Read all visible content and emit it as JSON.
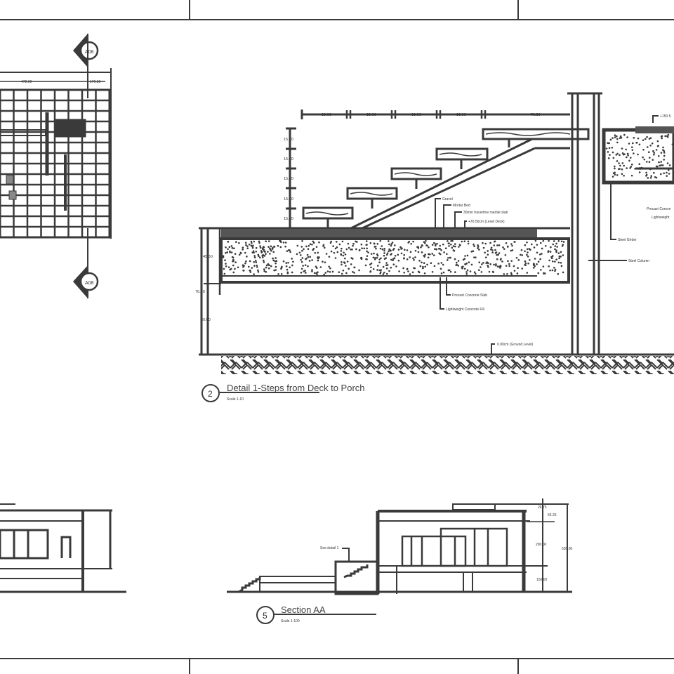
{
  "sheet": {
    "colors": {
      "line": "#3a3a3a",
      "paper": "#ffffff"
    }
  },
  "plan": {
    "dims": [
      "472.00",
      "176.50"
    ],
    "section_marker_top": "A08",
    "section_marker_bottom": "A08"
  },
  "detail": {
    "number": "2",
    "title": "Detail 1-Steps from Deck to Porch",
    "scale": "Scale 1-10",
    "horizontal_dims": [
      "30.00",
      "30.00",
      "30.00",
      "30.00",
      "76.50"
    ],
    "riser_dims": [
      "15.00",
      "15.00",
      "15.00",
      "15.00",
      "15.00"
    ],
    "left_dims": [
      "45.50",
      "76.50",
      "30.00"
    ],
    "top_right_level": "+150.5",
    "labels": {
      "gravel": "Gravel",
      "mortar": "Mortar Bed",
      "marble": "30mm travertine marble slab",
      "level_deck": "+76.50cm (Level Deck)",
      "precast": "Precast Concrete Slab",
      "fill": "Lightweight Concrete Fill",
      "ground": "0.00cm (Ground Level)",
      "girder": "Steel Girder",
      "column": "Steel Column",
      "precast_right": "Precast Concre",
      "fill_right": "Lightweight"
    }
  },
  "section": {
    "number": "5",
    "title": "Section AA",
    "scale": "Scale 1-100",
    "see_detail": "See detail 1",
    "dims": [
      "26.75",
      "56.25",
      "290.00",
      "150.00",
      "530.00"
    ]
  }
}
